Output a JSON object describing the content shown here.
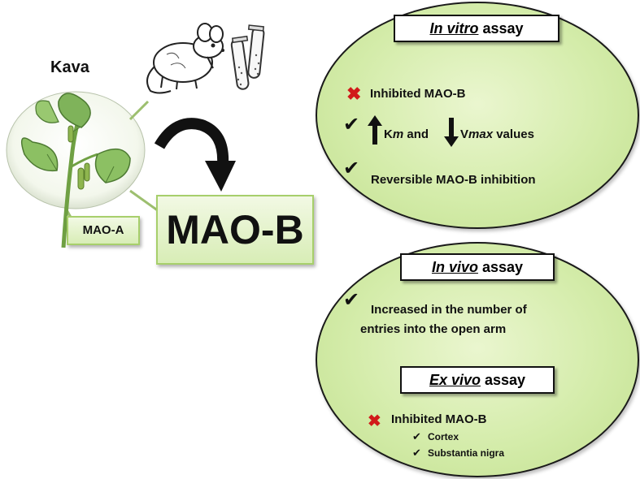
{
  "plant": {
    "label": "Kava"
  },
  "enzymes": {
    "mao_a": "MAO-A",
    "mao_b": "MAO-B"
  },
  "in_vitro": {
    "title_italic": "In vitro",
    "title_rest": " assay",
    "items": [
      {
        "mark": "cross",
        "text": "Inhibited MAO-B"
      },
      {
        "mark": "check",
        "km": "K",
        "km_italic": "m",
        "and": " and ",
        "vmax": "V",
        "vmax_italic": "max",
        "values": " values",
        "km_arrow": "up",
        "vmax_arrow": "down"
      },
      {
        "mark": "check",
        "text": "Reversible MAO-B inhibition"
      }
    ]
  },
  "in_vivo": {
    "title_italic": "In vivo",
    "title_rest": " assay",
    "line1": "Increased in the number of",
    "line2": "entries into the open arm"
  },
  "ex_vivo": {
    "title_italic": "Ex vivo",
    "title_rest": " assay",
    "item": "Inhibited MAO-B",
    "subitems": [
      "Cortex",
      "Substantia nigra"
    ]
  },
  "colors": {
    "ellipse_fill": "#d4ecaa",
    "box_border": "#a7cf6b",
    "cross": "#d11a1a"
  },
  "icons": [
    "mouse-icon",
    "test-tubes-icon",
    "kava-plant-icon",
    "curved-arrow-icon"
  ]
}
